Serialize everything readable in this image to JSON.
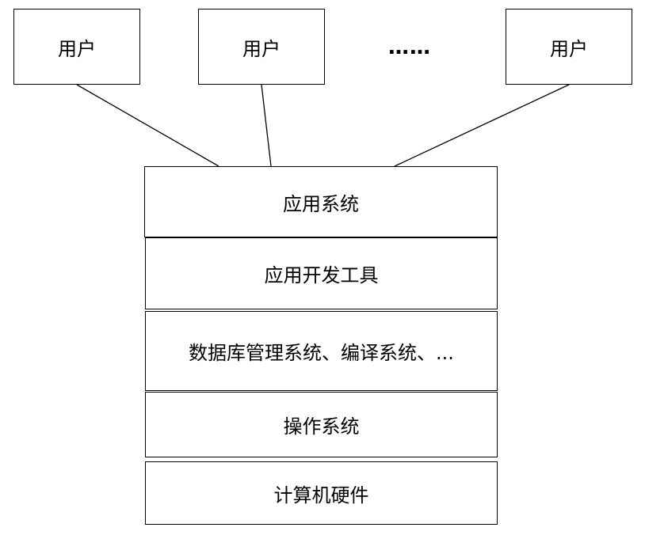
{
  "users": [
    {
      "label": "用户"
    },
    {
      "label": "用户"
    },
    {
      "label": "用户"
    }
  ],
  "ellipsis": "……",
  "layers": [
    {
      "label": "应用系统"
    },
    {
      "label": "应用开发工具"
    },
    {
      "label": "数据库管理系统、编译系统、..."
    },
    {
      "label": "操作系统"
    },
    {
      "label": "计算机硬件"
    }
  ]
}
